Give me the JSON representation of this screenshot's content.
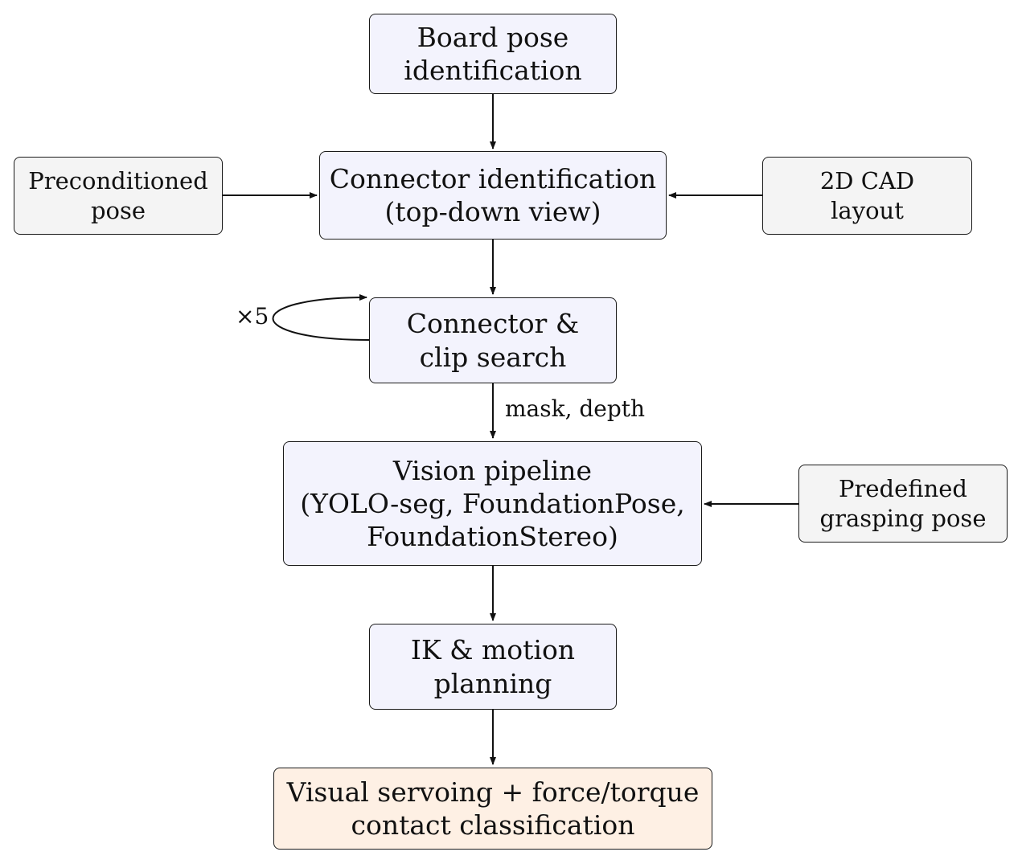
{
  "nodes": {
    "board_pose": {
      "lines": [
        "Board pose",
        "identification"
      ]
    },
    "preconditioned": {
      "lines": [
        "Preconditioned",
        "pose"
      ]
    },
    "connector_id": {
      "lines": [
        "Connector identification",
        "(top-down view)"
      ]
    },
    "cad_layout": {
      "lines": [
        "2D CAD",
        "layout"
      ]
    },
    "connector_search": {
      "lines": [
        "Connector &",
        "clip search"
      ]
    },
    "vision": {
      "lines": [
        "Vision pipeline",
        "(YOLO-seg, FoundationPose,",
        "FoundationStereo)"
      ]
    },
    "grasping": {
      "lines": [
        "Predefined",
        "grasping pose"
      ]
    },
    "ik": {
      "lines": [
        "IK & motion",
        "planning"
      ]
    },
    "servoing": {
      "lines": [
        "Visual servoing + force/torque",
        "contact classification"
      ]
    }
  },
  "edges": {
    "loop_label": "×5",
    "search_to_vision_label": "mask, depth"
  },
  "colors": {
    "main_fill": "#f3f3fd",
    "side_fill": "#f4f4f4",
    "final_fill": "#fef0e4",
    "stroke": "#1a1a1a"
  }
}
